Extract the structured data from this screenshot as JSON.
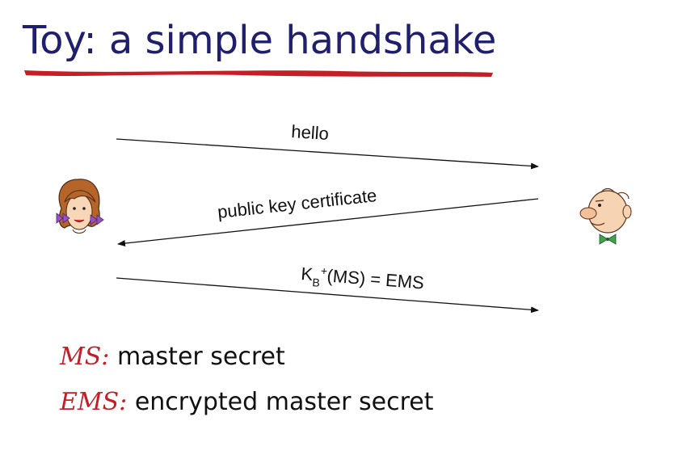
{
  "slide": {
    "title": "Toy: a simple handshake",
    "title_color": "#1f1f6e",
    "underline_color": "#c21f26"
  },
  "participants": {
    "left": {
      "icon": "alice-avatar-icon"
    },
    "right": {
      "icon": "bob-avatar-icon"
    }
  },
  "messages": [
    {
      "label": "hello",
      "direction": "left-to-right"
    },
    {
      "label": "public key certificate",
      "direction": "right-to-left"
    },
    {
      "label_parts": {
        "base": "K",
        "sub": "B",
        "sup": "+",
        "rest": "(MS) = EMS"
      },
      "direction": "left-to-right"
    }
  ],
  "definitions": [
    {
      "term": "MS:",
      "text": "master secret"
    },
    {
      "term": "EMS:",
      "text": "encrypted master secret"
    }
  ],
  "term_color": "#c21f26"
}
